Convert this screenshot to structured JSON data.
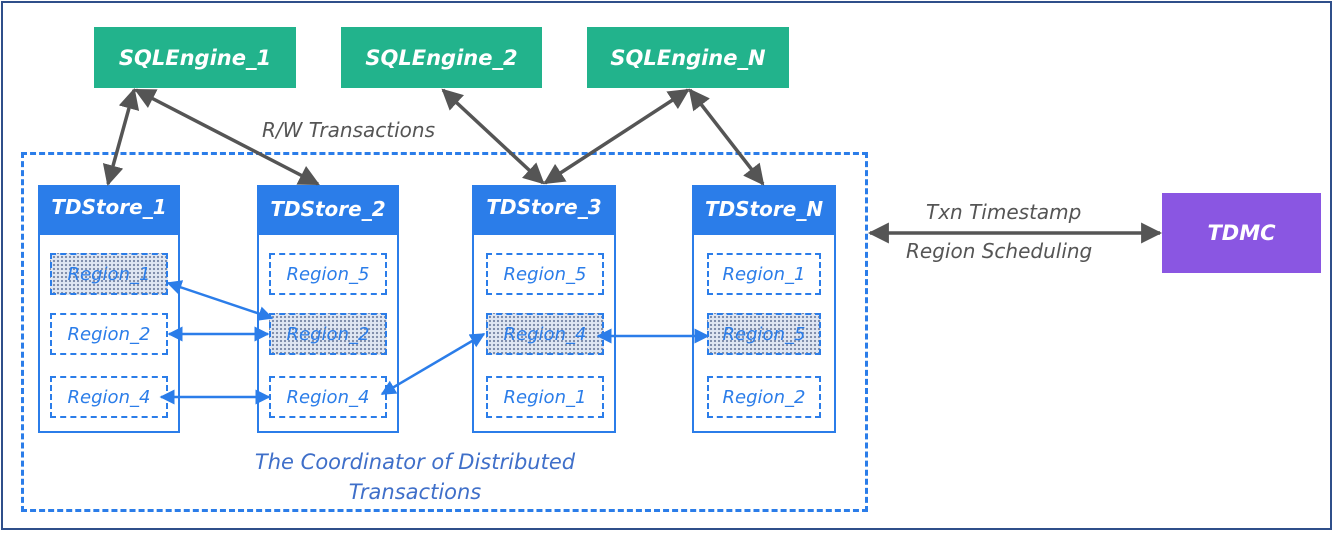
{
  "engines": [
    {
      "label": "SQLEngine_1"
    },
    {
      "label": "SQLEngine_2"
    },
    {
      "label": "SQLEngine_N"
    }
  ],
  "rw_label": "R/W Transactions",
  "stores": [
    {
      "label": "TDStore_1",
      "regions": [
        {
          "label": "Region_1",
          "active": true
        },
        {
          "label": "Region_2",
          "active": false
        },
        {
          "label": "Region_4",
          "active": false
        }
      ]
    },
    {
      "label": "TDStore_2",
      "regions": [
        {
          "label": "Region_5",
          "active": false
        },
        {
          "label": "Region_2",
          "active": true
        },
        {
          "label": "Region_4",
          "active": false
        }
      ]
    },
    {
      "label": "TDStore_3",
      "regions": [
        {
          "label": "Region_5",
          "active": false
        },
        {
          "label": "Region_4",
          "active": true
        },
        {
          "label": "Region_1",
          "active": false
        }
      ]
    },
    {
      "label": "TDStore_N",
      "regions": [
        {
          "label": "Region_1",
          "active": false
        },
        {
          "label": "Region_5",
          "active": true
        },
        {
          "label": "Region_2",
          "active": false
        }
      ]
    }
  ],
  "coordinator_label": "The Coordinator of Distributed Transactions",
  "tdmc": {
    "label": "TDMC",
    "link_label_1": "Txn Timestamp",
    "link_label_2": "Region Scheduling"
  },
  "colors": {
    "engine": "#22b38c",
    "store": "#2b7de9",
    "tdmc": "#8a56e2",
    "arrow_gray": "#555555"
  }
}
